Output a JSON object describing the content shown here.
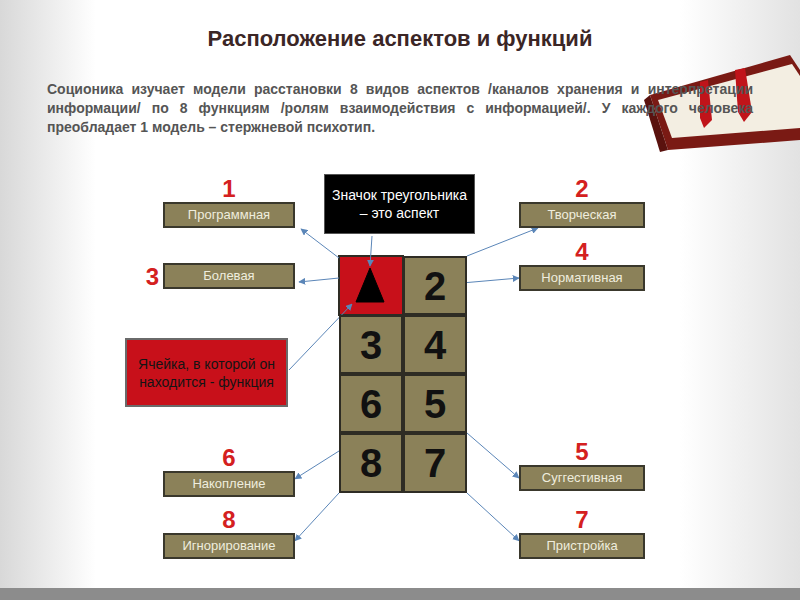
{
  "diagram": {
    "title": "Расположение аспектов и функций",
    "nodes": [
      {
        "text": [
          "Значок треугольника – это аспект"
        ]
      },
      {
        "text": [
          "1",
          "Программная"
        ]
      },
      {
        "text": [
          "2",
          "Творческая"
        ]
      },
      {
        "text": [
          "3",
          "Болевая"
        ]
      },
      {
        "text": [
          "4",
          "Нормативная"
        ]
      },
      {
        "text": [
          "2"
        ]
      },
      {
        "text": [
          "3"
        ]
      },
      {
        "text": [
          "4"
        ]
      },
      {
        "text": [
          "Ячейка, в которой он находится - функция"
        ]
      },
      {
        "text": [
          "6"
        ]
      },
      {
        "text": [
          "5"
        ]
      },
      {
        "text": [
          "8"
        ]
      },
      {
        "text": [
          "7"
        ]
      },
      {
        "text": [
          "6",
          "Накопление"
        ]
      },
      {
        "text": [
          "5",
          "Суггестивная"
        ]
      },
      {
        "text": [
          "8",
          "Игнорирование"
        ]
      },
      {
        "text": [
          "7",
          "Пристройка"
        ]
      }
    ],
    "edges": [
      {
        "from": 5,
        "to": 2,
        "arrow": "to"
      },
      {
        "from": 5,
        "to": 4,
        "arrow": "to"
      },
      {
        "from": 10,
        "to": 14,
        "arrow": "to"
      },
      {
        "from": 12,
        "to": 16,
        "arrow": "to"
      },
      {
        "from": 11,
        "to": 13,
        "arrow": "to"
      },
      {
        "from": 11,
        "to": 15,
        "arrow": "to"
      }
    ],
    "labels": [
      "Соционика изучает модели расстановки 8 видов аспектов /каналов хранения и интерпретации информации/ по 8 функциям /ролям взаимодействия с информацией/. У каждого человека преобладает 1 модель – стержневой психотип."
    ]
  }
}
